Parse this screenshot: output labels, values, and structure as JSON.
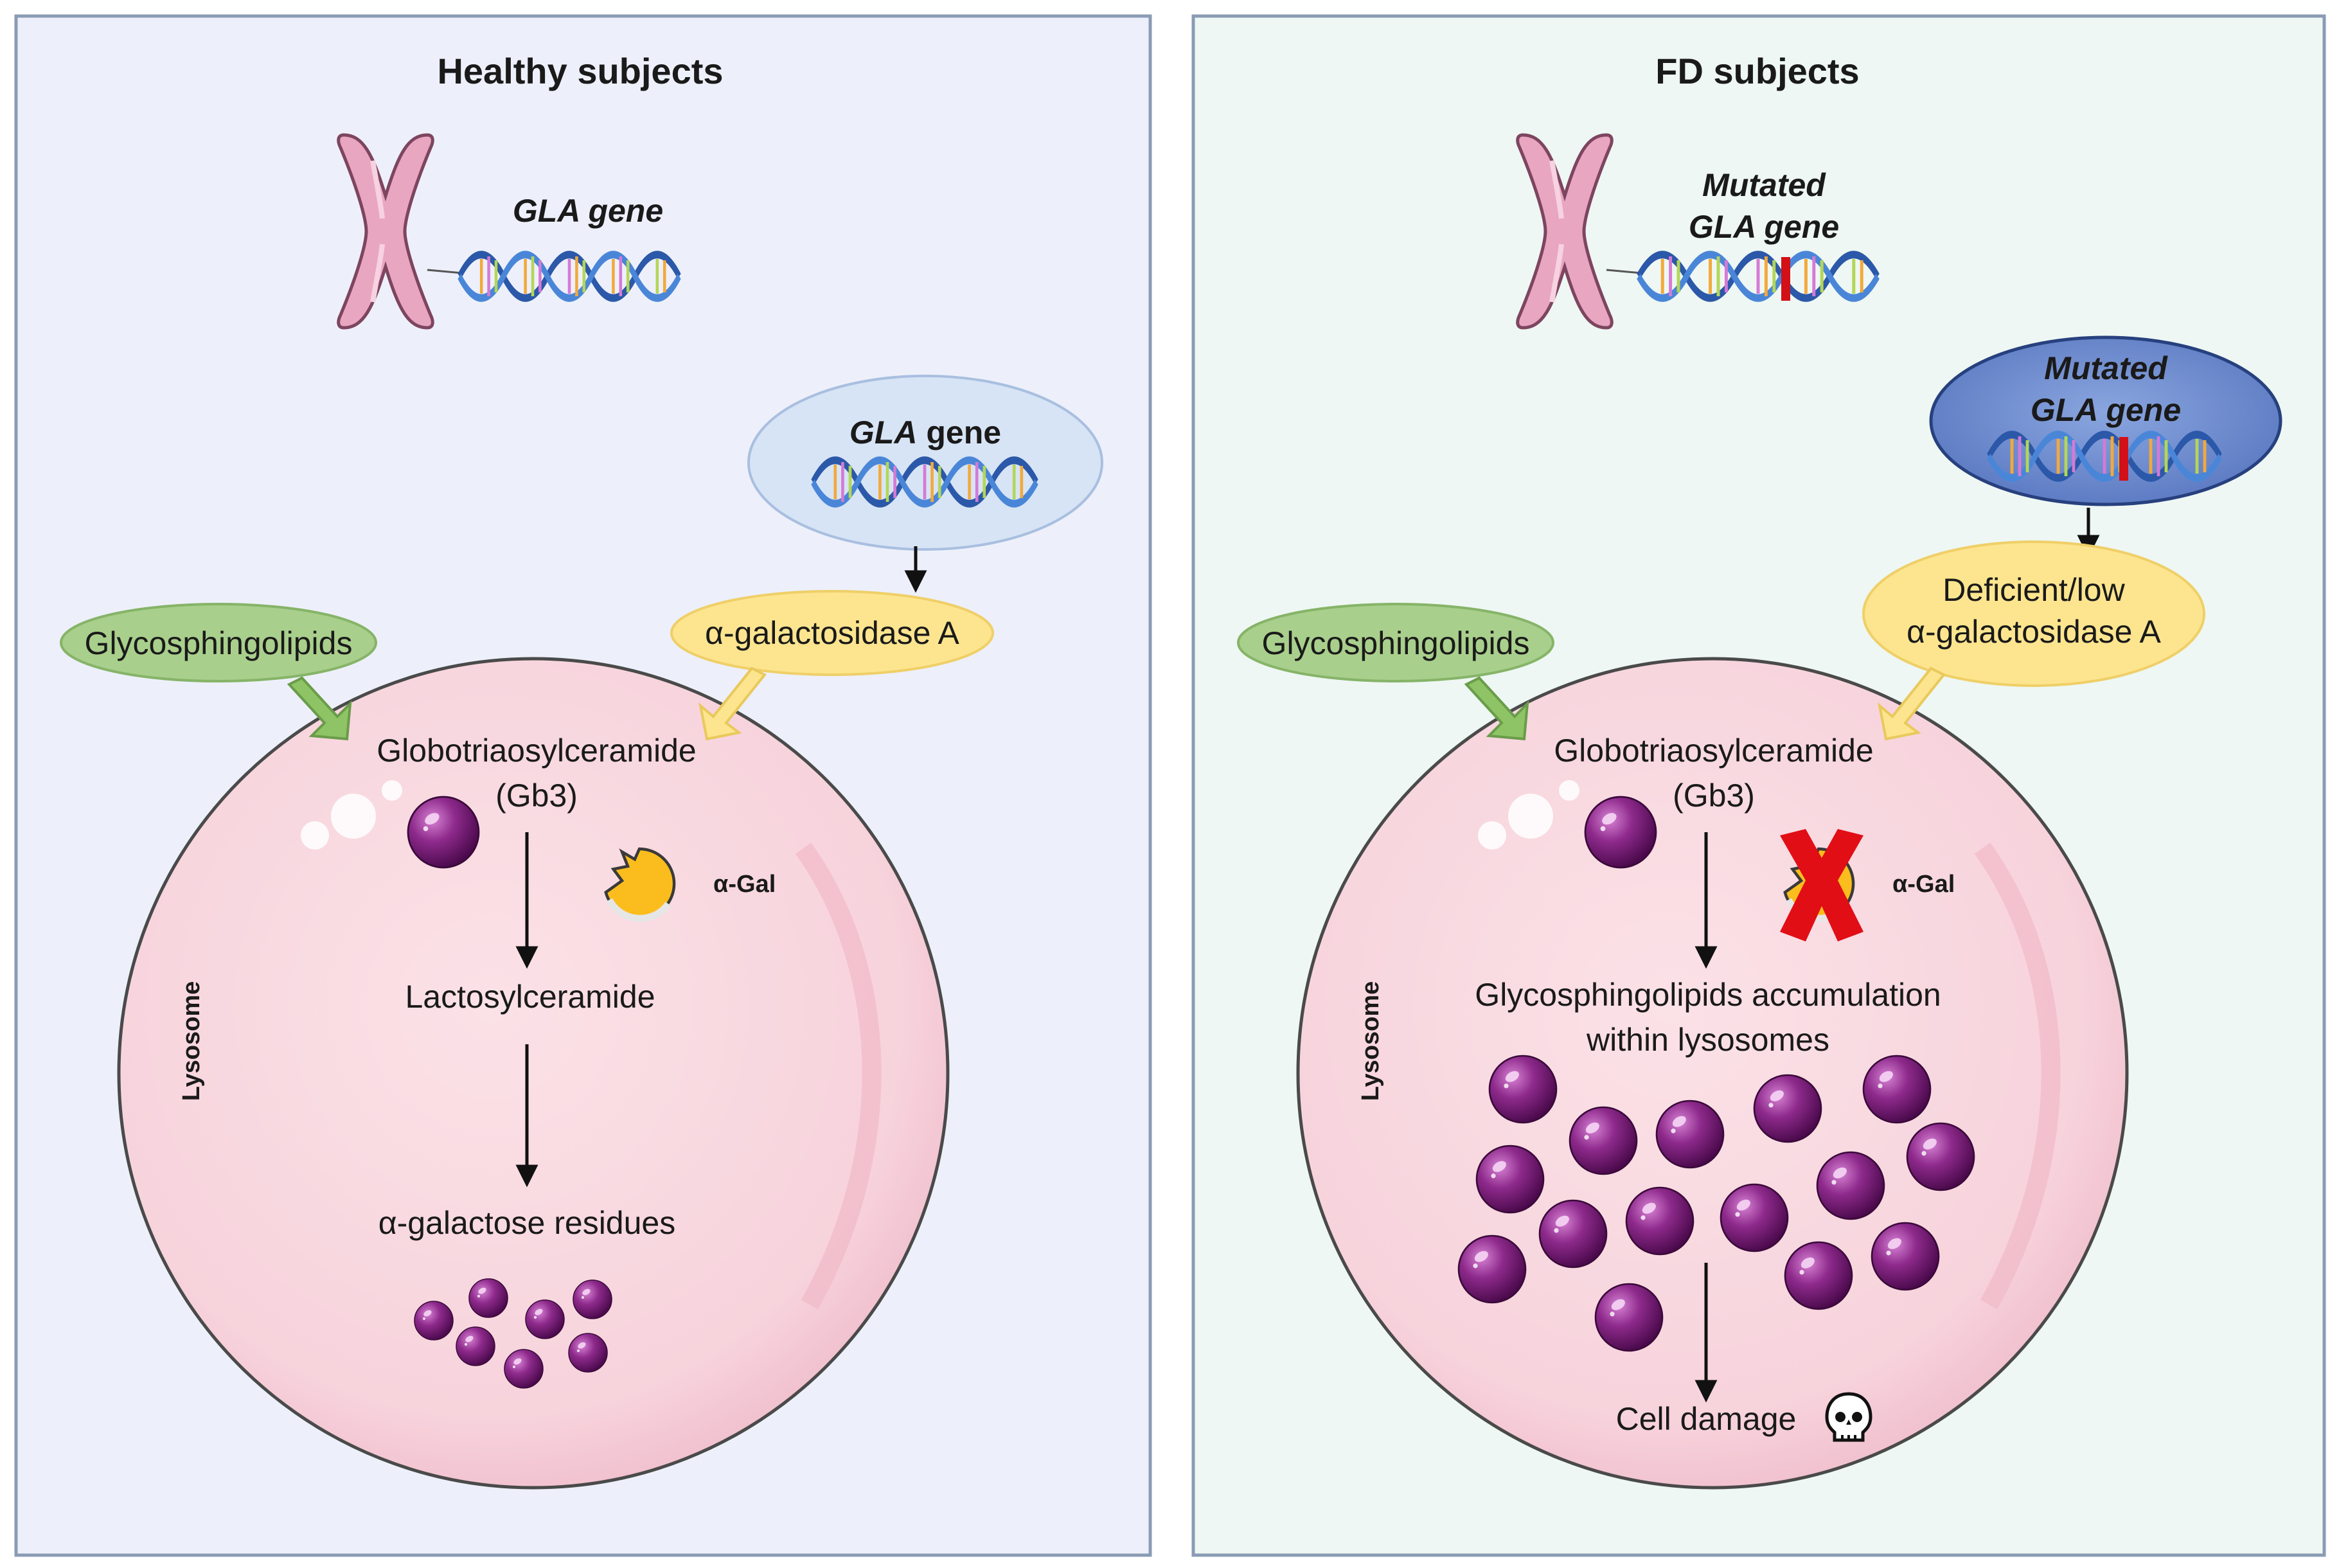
{
  "colors": {
    "healthy_bg": "#edf0fa",
    "fd_bg": "#eef7f3",
    "panel_border": "#8a9bb5",
    "lysosome_fill": "#f9d7de",
    "lysosome_stroke": "#4a4a4a",
    "green_bubble": "#a9cf8c",
    "yellow_bubble": "#fde58f",
    "light_blue_bubble": "#d7e4f5",
    "dark_blue_bubble": "#6f8ed1",
    "sphere": "#7e1f7e",
    "enzyme": "#fbbd1d",
    "chromosome": "#e9a6c1",
    "x_mark": "#e10e16"
  },
  "icons": [
    "chromosome-icon",
    "dna-icon",
    "sphere-icon",
    "enzyme-icon",
    "red-x-icon",
    "skull-icon"
  ],
  "healthy": {
    "title": "Healthy subjects",
    "chromosome_gene_label": "GLA gene",
    "bubble_gene_label_italic": "GLA",
    "bubble_gene_label_rest": " gene",
    "enzyme_label": "α-galactosidase A",
    "substrate_label": "Glycosphingolipids",
    "gb3_line1": "Globotriaosylceramide",
    "gb3_line2": "(Gb3)",
    "enzyme_short": "α-Gal",
    "product_1": "Lactosylceramide",
    "product_2": "α-galactose residues",
    "lysosome_label": "Lysosome"
  },
  "fd": {
    "title": "FD subjects",
    "chromosome_gene_line1": "Mutated",
    "chromosome_gene_line2": "GLA gene",
    "bubble_gene_line1": "Mutated",
    "bubble_gene_line2": "GLA gene",
    "enzyme_line1": "Deficient/low",
    "enzyme_line2": "α-galactosidase A",
    "substrate_label": "Glycosphingolipids",
    "gb3_line1": "Globotriaosylceramide",
    "gb3_line2": "(Gb3)",
    "enzyme_short": "α-Gal",
    "accumulation_line1": "Glycosphingolipids accumulation",
    "accumulation_line2": "within lysosomes",
    "damage_label": "Cell damage",
    "lysosome_label": "Lysosome"
  }
}
